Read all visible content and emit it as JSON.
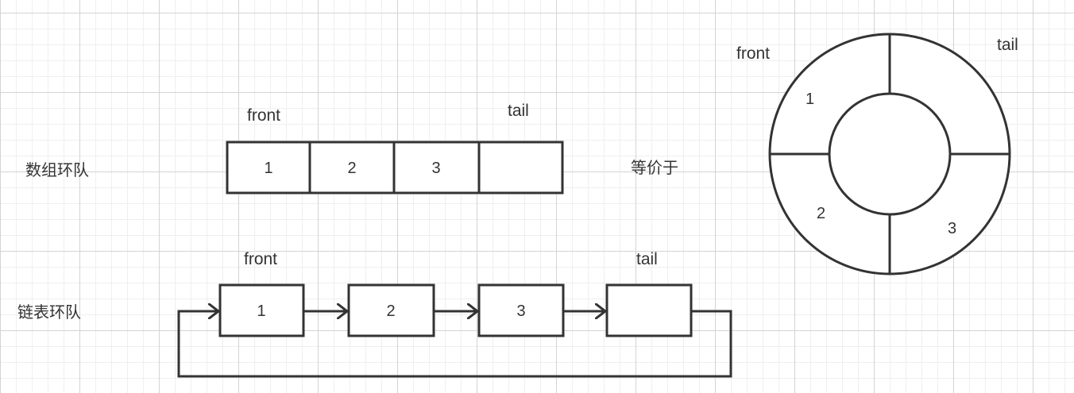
{
  "array_queue": {
    "title": "数组环队",
    "front_label": "front",
    "tail_label": "tail",
    "cells": [
      "1",
      "2",
      "3",
      ""
    ]
  },
  "equivalent_label": "等价于",
  "ring_queue": {
    "front_label": "front",
    "tail_label": "tail",
    "segments": [
      "1",
      "2",
      "3"
    ]
  },
  "linked_queue": {
    "title": "链表环队",
    "front_label": "front",
    "tail_label": "tail",
    "nodes": [
      "1",
      "2",
      "3",
      ""
    ]
  }
}
